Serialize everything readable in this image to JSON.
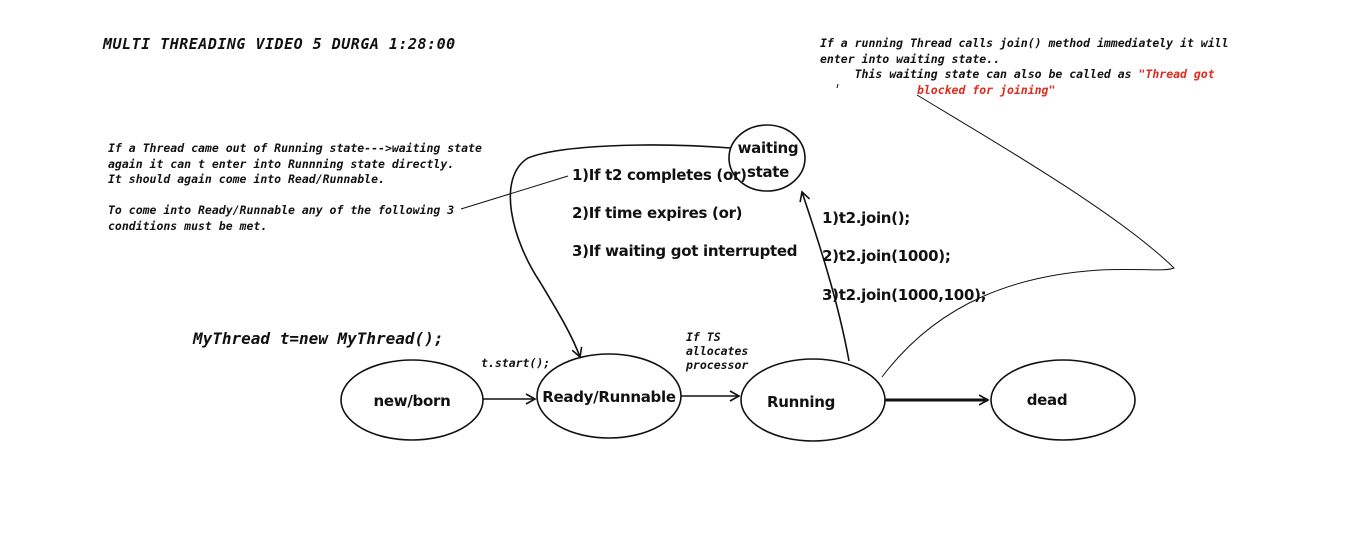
{
  "title": "MULTI THREADING VIDEO 5 DURGA 1:28:00",
  "note_top": {
    "line1": "If a running Thread calls join() method immediately it will",
    "line2": "enter into waiting state..",
    "line3_prefix": "     This waiting state can also be called as ",
    "line3_red": "\"Thread got",
    "line4_red": "blocked for joining\""
  },
  "note_left": {
    "line1": "If a Thread came out of Running state--->waiting state",
    "line2": "again it can t enter into Runnning state directly.",
    "line3": "It should again come into Read/Runnable.",
    "line4": "To come into Ready/Runnable any of the following 3",
    "line5": "conditions must be met."
  },
  "code_line": "MyThread t=new MyThread();",
  "edges": {
    "start": "t.start();",
    "ts_line1": "If TS",
    "ts_line2": "allocates",
    "ts_line3": "processor"
  },
  "conditions": [
    "1)If t2 completes (or)",
    "2)If time expires (or)",
    "3)If waiting got interrupted"
  ],
  "joins": [
    "1)t2.join();",
    "2)t2.join(1000);",
    "3)t2.join(1000,100);"
  ],
  "nodes": {
    "new": "new/born",
    "ready": "Ready/Runnable",
    "running": "Running",
    "dead": "dead",
    "waiting_line1": "waiting",
    "waiting_line2": "state"
  },
  "colors": {
    "ink": "#111111",
    "highlight": "#e0281c",
    "background": "#ffffff"
  }
}
